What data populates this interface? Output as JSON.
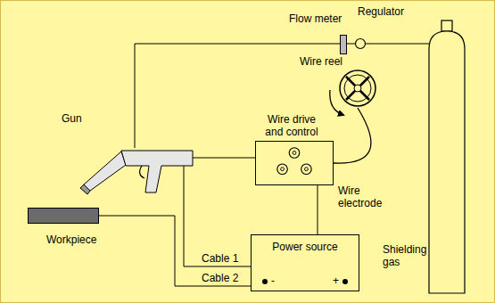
{
  "diagram": {
    "nodes": [
      {
        "text": [
          "Flow meter"
        ]
      },
      {
        "text": [
          "Regulator"
        ]
      },
      {
        "text": [
          "Wire reel"
        ]
      },
      {
        "text": [
          "Wire drive and control"
        ]
      },
      {
        "text": [
          "Gun"
        ]
      },
      {
        "text": [
          "Shielding gas"
        ]
      },
      {
        "text": [
          "Workpiece"
        ]
      },
      {
        "text": [
          "Power source",
          "-",
          "+"
        ]
      }
    ],
    "edges": [
      {
        "from": 4,
        "to": 0,
        "arrow": "none"
      },
      {
        "from": 0,
        "to": 1,
        "arrow": "none"
      },
      {
        "from": 1,
        "to": 5,
        "arrow": "none"
      },
      {
        "from": 2,
        "to": 3,
        "arrow": "none"
      },
      {
        "from": 3,
        "to": 4,
        "arrow": "none"
      },
      {
        "from": 4,
        "to": 7,
        "label": "Cable 1",
        "arrow": "none"
      },
      {
        "from": 6,
        "to": 7,
        "label": "Cable 2",
        "arrow": "none"
      },
      {
        "from": 3,
        "to": 7,
        "arrow": "none"
      }
    ],
    "labels": [
      "Wire electrode"
    ]
  }
}
